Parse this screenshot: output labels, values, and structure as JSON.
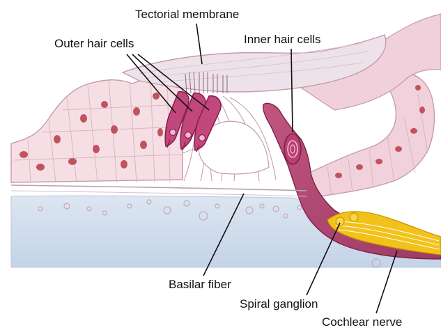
{
  "labels": {
    "tectorial_membrane": "Tectorial membrane",
    "outer_hair_cells": "Outer hair cells",
    "inner_hair_cells": "Inner hair cells",
    "basilar_fiber": "Basilar fiber",
    "spiral_ganglion": "Spiral ganglion",
    "cochlear_nerve": "Cochlear nerve"
  },
  "colors": {
    "tissue_pink": "#f3d9e0",
    "tissue_outline": "#c79aa8",
    "cell_nucleus": "#c0535f",
    "hair_cell": "#b93f72",
    "hair_cell_dark": "#8a1f52",
    "tectorial": "#ede2ea",
    "basilar_blue": "#c9d6e8",
    "nerve_pink": "#b24a74",
    "ganglion_yellow": "#f2c21a"
  }
}
